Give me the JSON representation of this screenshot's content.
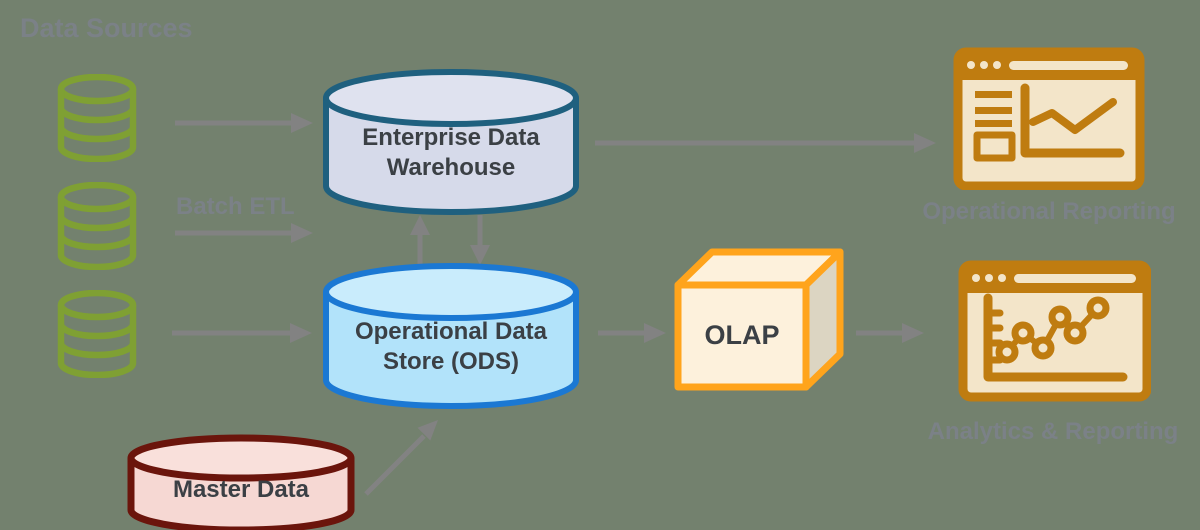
{
  "colors": {
    "background": "#73816e",
    "muted_text": "#7b8187",
    "arrow": "#828282",
    "db_green": "#7fa033",
    "report_orange": "#bf7c10",
    "report_fill": "#f3e5c9",
    "ink": "#3b4045"
  },
  "title": "Data Sources",
  "flow_labels": {
    "batch_etl": "Batch ETL"
  },
  "nodes": {
    "edw": {
      "label": "Enterprise Data Warehouse",
      "fill": "#d6daea",
      "top_fill": "#dfe2ef",
      "stroke": "#1f607f"
    },
    "ods": {
      "label": "Operational Data Store (ODS)",
      "fill": "#b2e3fa",
      "top_fill": "#c9ecfc",
      "stroke": "#1b78d3"
    },
    "olap": {
      "label": "OLAP",
      "fill": "#fdf1dc",
      "side_fill": "#dcd5c2",
      "stroke": "#ffa41c"
    },
    "master_data": {
      "label": "Master Data",
      "fill": "#f6d8d3",
      "top_fill": "#f9e0db",
      "stroke": "#6b150c"
    }
  },
  "outputs": {
    "operational_reporting": {
      "label": "Operational Reporting"
    },
    "analytics_reporting": {
      "label": "Analytics & Reporting"
    }
  }
}
